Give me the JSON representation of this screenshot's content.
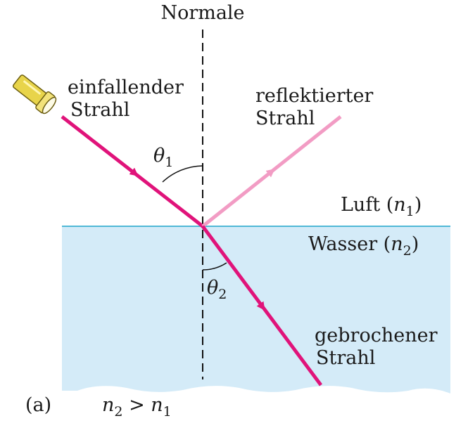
{
  "labels": {
    "normal": "Normale",
    "incident_line1": "einfallender",
    "incident_line2": "Strahl",
    "reflected_line1": "reflektierter",
    "reflected_line2": "Strahl",
    "refracted_line1": "gebrochener",
    "refracted_line2": "Strahl",
    "air_prefix": "Luft (",
    "air_symbol": "n",
    "air_sub": "1",
    "air_suffix": ")",
    "water_prefix": "Wasser (",
    "water_symbol": "n",
    "water_sub": "2",
    "water_suffix": ")",
    "theta1_symbol": "θ",
    "theta1_sub": "1",
    "theta2_symbol": "θ",
    "theta2_sub": "2",
    "panel_tag": "(a)",
    "cond_n2": "n",
    "cond_n2_sub": "2",
    "cond_op": " > ",
    "cond_n1": "n",
    "cond_n1_sub": "1"
  },
  "colors": {
    "incident_ray": "#e0137a",
    "reflected_ray": "#f29cc4",
    "refracted_ray": "#e0137a",
    "water_fill": "#d4ebf8",
    "water_surface": "#4fb8d6",
    "normal_line": "#111111",
    "flashlight_body": "#e8d44a"
  },
  "icons": {
    "light_source": "flashlight-icon"
  }
}
